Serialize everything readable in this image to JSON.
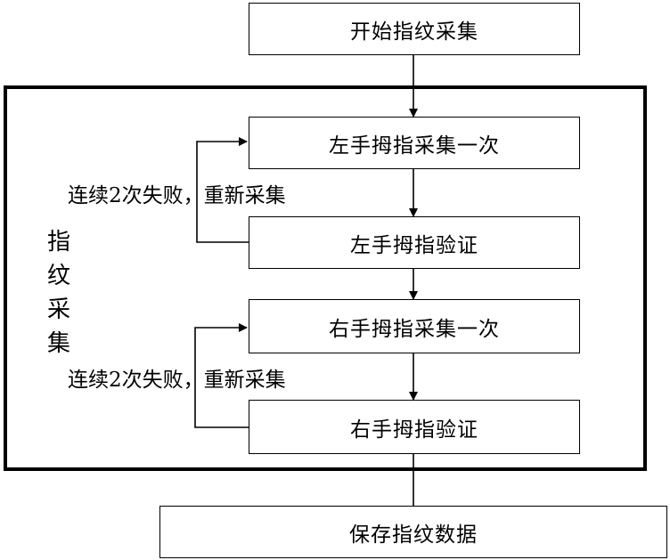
{
  "diagram": {
    "start_box": "开始指纹采集",
    "group_label": "指纹采集",
    "steps": {
      "left_capture": "左手拇指采集一次",
      "left_verify": "左手拇指验证",
      "right_capture": "右手拇指采集一次",
      "right_verify": "右手拇指验证"
    },
    "retry_label_1": "连续2次失败，重新采集",
    "retry_label_2": "连续2次失败，重新采集",
    "end_box": "保存指纹数据"
  }
}
